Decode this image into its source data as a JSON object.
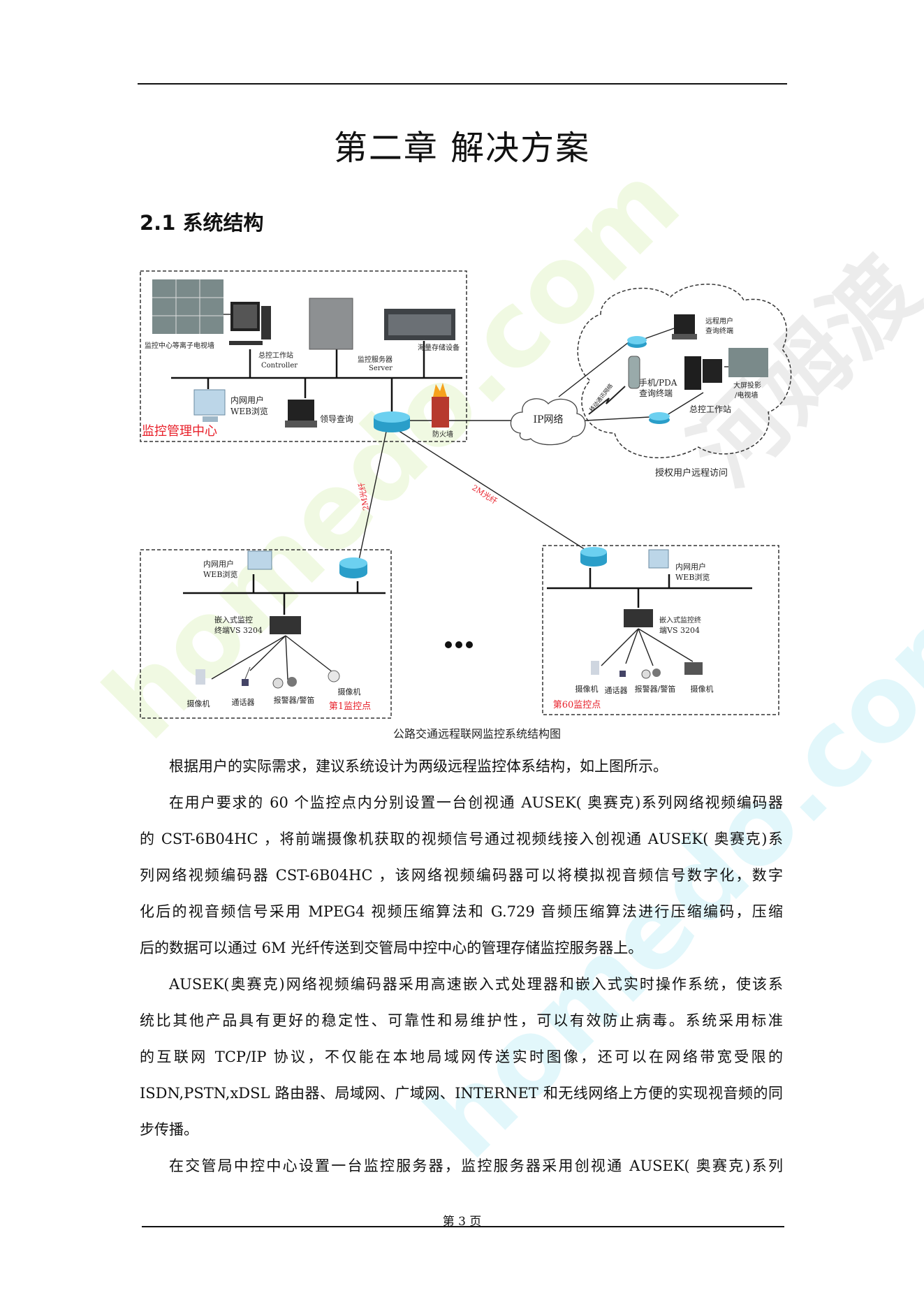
{
  "header": {
    "chapter_title": "第二章  解决方案",
    "section_title": "2.1 系统结构"
  },
  "diagram": {
    "center": {
      "tv_wall": "监控中心等离子电视墙",
      "workstation": "总控工作站",
      "workstation_en": "Controller",
      "server": "监控服务器",
      "server_en": "Server",
      "storage": "海量存储设备",
      "web_user_1": "内网用户",
      "web_user_2": "WEB浏览",
      "leader": "领导查询",
      "firewall": "防火墙",
      "box_label": "监控管理中心"
    },
    "ip_network": "IP网络",
    "remote": {
      "remote_user_1": "远程用户",
      "remote_user_2": "查询终端",
      "phone_1": "手机/PDA",
      "phone_2": "查询终端",
      "mobile_net": "移动通讯网络",
      "bigscreen_1": "大屏投影",
      "bigscreen_2": "/电视墙",
      "workstation": "总控工作站",
      "caption": "授权用户远程访问"
    },
    "fiber_label": "2M光纤",
    "site1": {
      "web_user_1": "内网用户",
      "web_user_2": "WEB浏览",
      "encoder_1": "嵌入式监控",
      "encoder_2": "终端VS 3204",
      "camera_a": "摄像机",
      "intercom": "通话器",
      "alarm": "报警器/警笛",
      "camera_b": "摄像机",
      "label": "第1监控点"
    },
    "site60": {
      "web_user_1": "内网用户",
      "web_user_2": "WEB浏览",
      "encoder_1": "嵌入式监控终",
      "encoder_2": "端VS 3204",
      "camera_a": "摄像机",
      "intercom": "通话器",
      "alarm": "报警器/警笛",
      "camera_b": "摄像机",
      "label": "第60监控点"
    },
    "caption": "公路交通远程联网监控系统结构图",
    "label_red": "#e8202a"
  },
  "body": {
    "lines": [
      "根据用户的实际需求，建议系统设计为两级远程监控体系结构，如上图所示。",
      "在用户要求的 60 个监控点内分别设置一台创视通 AUSEK( 奥赛克)系列网络视频编码器",
      "的 CST-6B04HC ，将前端摄像机获取的视频信号通过视频线接入创视通 AUSEK( 奥赛克)系",
      "列网络视频编码器 CST-6B04HC ，该网络视频编码器可以将模拟视音频信号数字化，数字",
      "化后的视音频信号采用 MPEG4  视频压缩算法和 G.729 音频压缩算法进行压缩编码，压缩",
      "后的数据可以通过 6M 光纤传送到交管局中控中心的管理存储监控服务器上。",
      "AUSEK(奥赛克)网络视频编码器采用高速嵌入式处理器和嵌入式实时操作系统，使该系",
      "统比其他产品具有更好的稳定性、可靠性和易维护性，可以有效防止病毒。系统采用标准",
      "的互联网 TCP/IP 协议，不仅能在本地局域网传送实时图像，还可以在网络带宽受限的",
      "ISDN,PSTN,xDSL 路由器、局域网、广域网、INTERNET 和无线网络上方便的实现视音频的同",
      "步传播。",
      "在交管局中控中心设置一台监控服务器，监控服务器采用创视通 AUSEK( 奥赛克)系列"
    ]
  },
  "footer": {
    "page": "第 3 页"
  },
  "watermark": {
    "text_1": "homedo.com",
    "text_2": "homedo.com",
    "logo_text": "河姆渡"
  }
}
